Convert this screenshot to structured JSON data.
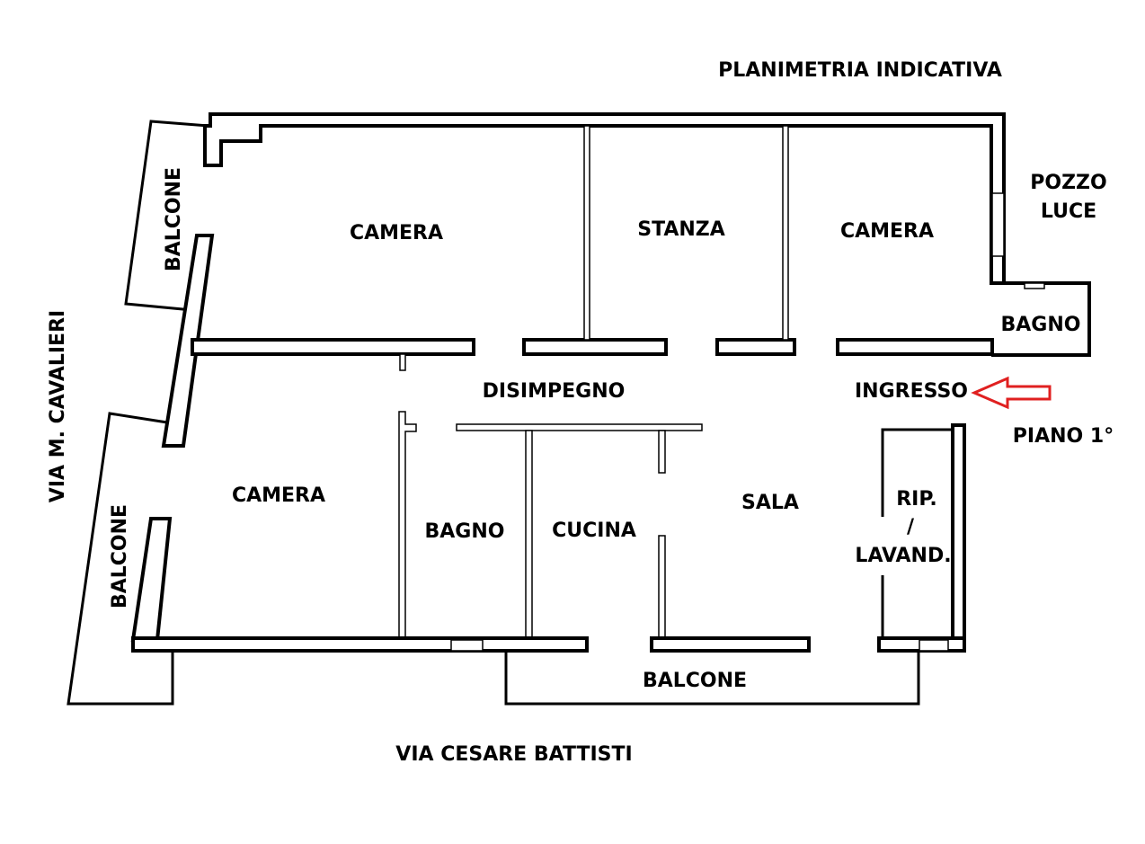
{
  "title": "PLANIMETRIA INDICATIVA",
  "rooms": {
    "camera_top_left": "CAMERA",
    "stanza": "STANZA",
    "camera_top_right": "CAMERA",
    "bagno_right": "BAGNO",
    "disimpegno": "DISIMPEGNO",
    "ingresso": "INGRESSO",
    "camera_bottom_left": "CAMERA",
    "bagno_bottom": "BAGNO",
    "cucina": "CUCINA",
    "sala": "SALA",
    "rip_line1": "RIP.",
    "rip_line2": "/",
    "rip_line3": "LAVAND."
  },
  "balconies": {
    "left_top": "BALCONE",
    "left_bottom": "BALCONE",
    "bottom": "BALCONE"
  },
  "pozzo_line1": "POZZO",
  "pozzo_line2": "LUCE",
  "floor": "PIANO 1°",
  "streets": {
    "left": "VIA M. CAVALIERI",
    "bottom": "VIA CESARE BATTISTI"
  },
  "colors": {
    "walls": "#000000",
    "entrance_arrow": "#e02020",
    "background": "#ffffff"
  },
  "icons": {
    "entrance": "arrow-left-icon"
  }
}
